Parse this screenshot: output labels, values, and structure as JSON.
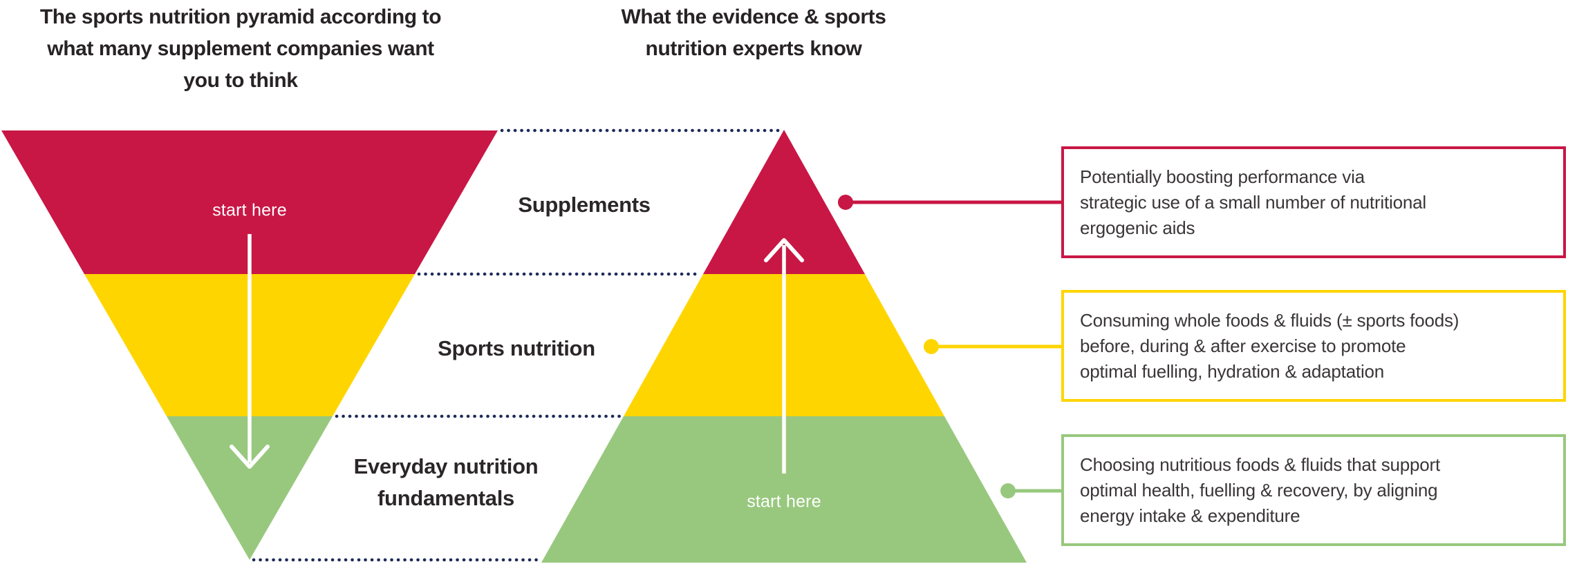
{
  "colors": {
    "red": "#C81745",
    "yellow": "#FFD500",
    "green": "#98C87E",
    "navy_dots": "#1E2A5A",
    "title_text": "#272324",
    "box_text": "#3A3637",
    "white": "#FFFFFF"
  },
  "titles": {
    "left": "The sports nutrition pyramid according to\nwhat many supplement companies want\nyou to think",
    "right": "What the evidence & sports\nnutrition experts know"
  },
  "levels": {
    "supplements": "Supplements",
    "sports_nutrition": "Sports nutrition",
    "everyday": "Everyday nutrition\nfundamentals"
  },
  "start_here": {
    "left": "start here",
    "right": "start here"
  },
  "annotations": {
    "supplements": "Potentially boosting performance via\nstrategic use of a small number of nutritional\nergogenic aids",
    "sports_nutrition": "Consuming whole foods & fluids (± sports foods)\nbefore, during & after exercise to promote\noptimal fuelling, hydration & adaptation",
    "everyday": "Choosing nutritious foods & fluids that support\noptimal health, fuelling & recovery, by aligning\nenergy intake & expenditure"
  }
}
